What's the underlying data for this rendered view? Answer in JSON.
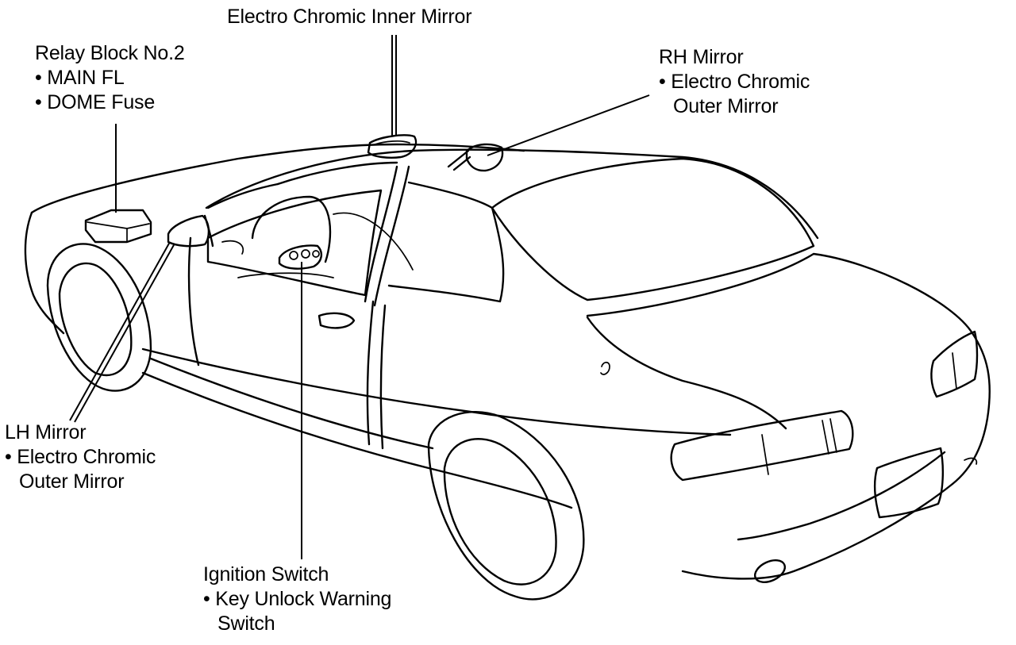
{
  "labels": {
    "relay_block": {
      "title": "Relay Block No.2",
      "items": [
        "• MAIN FL",
        "• DOME Fuse"
      ]
    },
    "inner_mirror": {
      "title": "Electro Chromic Inner Mirror"
    },
    "rh_mirror": {
      "title": "RH Mirror",
      "items": [
        "• Electro Chromic",
        "Outer Mirror"
      ]
    },
    "lh_mirror": {
      "title": "LH Mirror",
      "items": [
        "• Electro Chromic",
        "Outer Mirror"
      ]
    },
    "ignition_switch": {
      "title": "Ignition Switch",
      "items": [
        "• Key Unlock Warning",
        "Switch"
      ]
    }
  },
  "colors": {
    "line": "#000000",
    "background": "#ffffff"
  }
}
